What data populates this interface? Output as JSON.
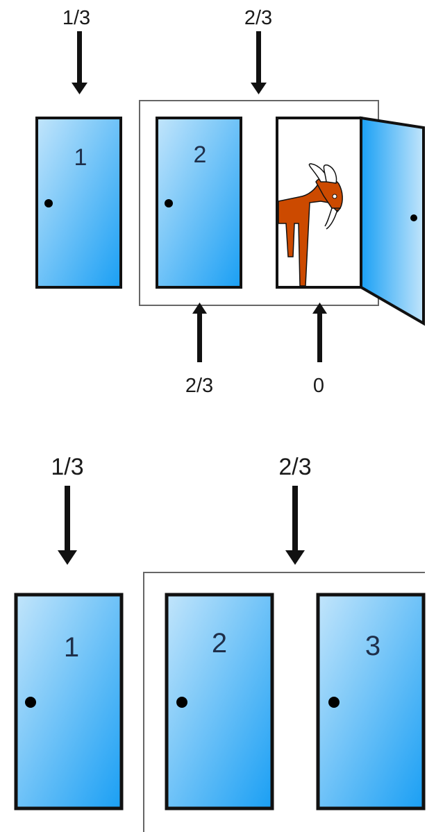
{
  "top_panel": {
    "label_door1_prob": "1/3",
    "label_group_prob": "2/3",
    "label_door2_prob": "2/3",
    "label_door3_prob": "0",
    "door1_number": "1",
    "door2_number": "2",
    "goat_icon": "goat-icon"
  },
  "bottom_panel": {
    "label_door1_prob": "1/3",
    "label_group_prob": "2/3",
    "door1_number": "1",
    "door2_number": "2",
    "door3_number": "3"
  },
  "colors": {
    "door_light": "#b9e1fb",
    "door_dark": "#1aa0f5",
    "frame": "#111111",
    "goat": "#cc4a00"
  }
}
